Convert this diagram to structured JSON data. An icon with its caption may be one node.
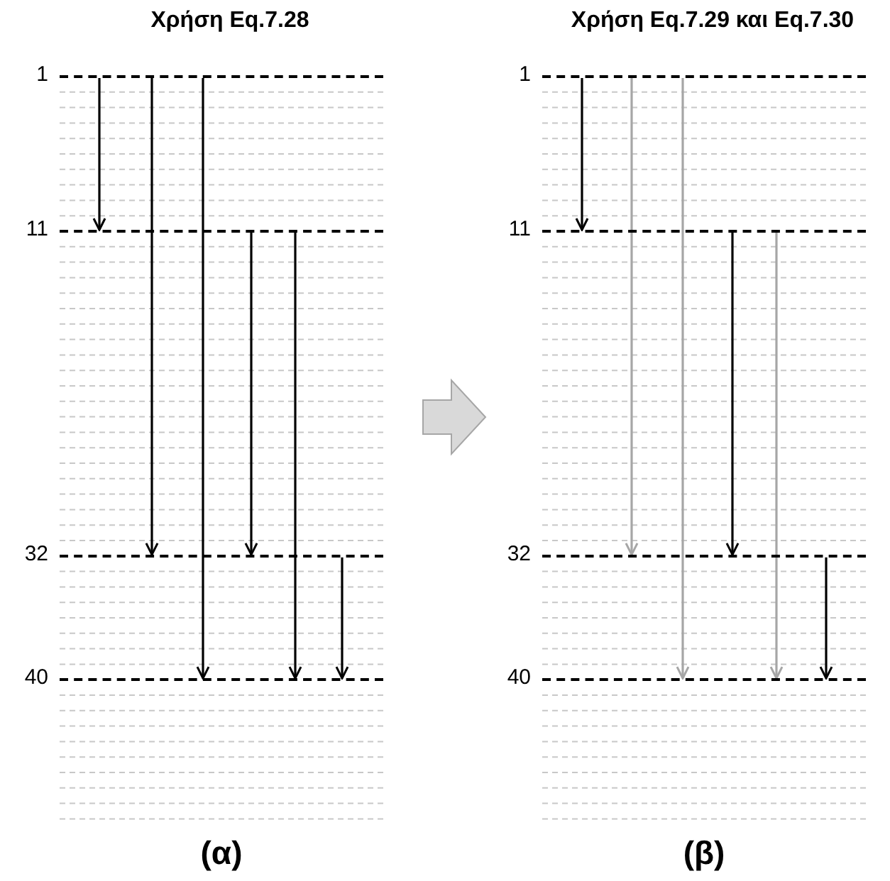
{
  "diagram": {
    "nodes": [
      {
        "text": [],
        "shape": "line",
        "beside": [
          "1"
        ]
      },
      {
        "text": [],
        "shape": "line",
        "beside": [
          "11"
        ]
      },
      {
        "text": [],
        "shape": "line",
        "beside": [
          "32"
        ]
      },
      {
        "text": [],
        "shape": "line",
        "beside": [
          "40"
        ]
      },
      {
        "text": [],
        "shape": "line",
        "beside": [
          "1"
        ]
      },
      {
        "text": [],
        "shape": "line",
        "beside": [
          "11"
        ]
      },
      {
        "text": [],
        "shape": "line",
        "beside": [
          "32"
        ]
      },
      {
        "text": [],
        "shape": "line",
        "beside": [
          "40"
        ]
      }
    ],
    "edges": [
      {
        "from": 0,
        "to": 1,
        "arrow": "to"
      },
      {
        "from": 0,
        "to": 2,
        "arrow": "to"
      },
      {
        "from": 0,
        "to": 3,
        "arrow": "to"
      },
      {
        "from": 1,
        "to": 2,
        "arrow": "to"
      },
      {
        "from": 1,
        "to": 3,
        "arrow": "to"
      },
      {
        "from": 2,
        "to": 3,
        "arrow": "to"
      },
      {
        "from": 4,
        "to": 5,
        "arrow": "to"
      },
      {
        "from": 4,
        "to": 6,
        "arrow": "to",
        "color": "#a6a6a6"
      },
      {
        "from": 4,
        "to": 7,
        "arrow": "to",
        "color": "#a6a6a6"
      },
      {
        "from": 5,
        "to": 6,
        "arrow": "to"
      },
      {
        "from": 5,
        "to": 7,
        "arrow": "to",
        "color": "#a6a6a6"
      },
      {
        "from": 6,
        "to": 7,
        "arrow": "to"
      }
    ],
    "labels": [
      "Χρήση Eq.7.28",
      "Χρήση Eq.7.29 και Eq.7.30",
      "(α)",
      "(β)"
    ]
  }
}
